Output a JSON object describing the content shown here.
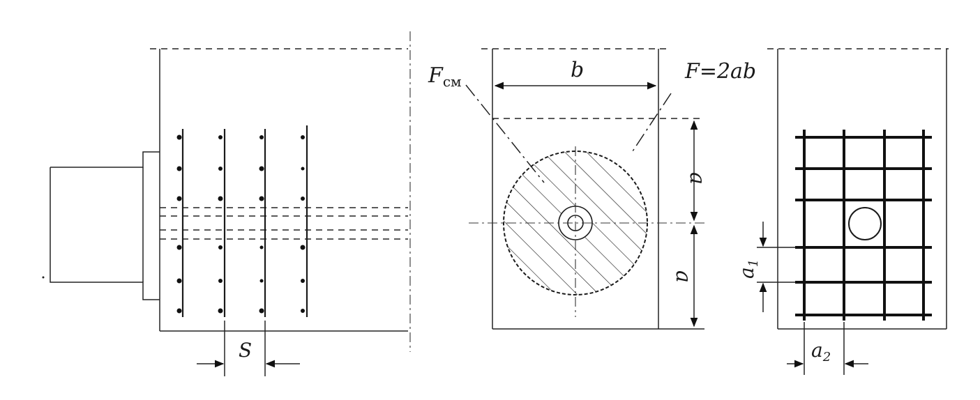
{
  "labels": {
    "s": "S",
    "f_cm_main": "F",
    "f_cm_sub": "см",
    "f_eq": "F=2ab",
    "b": "b",
    "a_top": "a",
    "a_bottom": "a",
    "a1_main": "a",
    "a1_sub": "1",
    "a2_main": "a",
    "a2_sub": "2"
  },
  "colors": {
    "ink": "#1a1a1a",
    "paper": "#ffffff"
  }
}
